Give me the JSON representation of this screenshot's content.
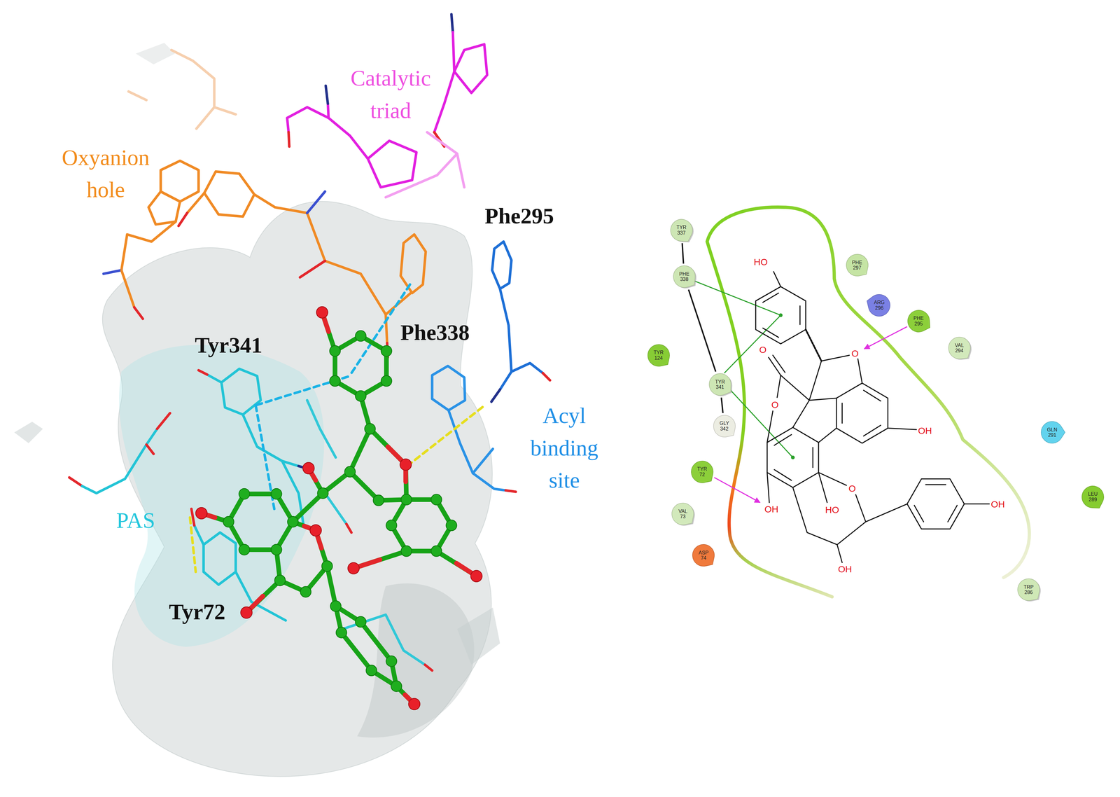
{
  "diagram": {
    "nodes": [
      {
        "text": [
          "TYR 337"
        ]
      },
      {
        "text": [
          "PHE 297"
        ]
      },
      {
        "text": [
          "PHE 338"
        ]
      },
      {
        "text": [
          "ARG 296"
        ]
      },
      {
        "text": [
          "PHE 295"
        ]
      },
      {
        "text": [
          "VAL 294"
        ]
      },
      {
        "text": [
          "TYR 124"
        ]
      },
      {
        "text": [
          "TYR 341"
        ]
      },
      {
        "text": [
          "GLY 342"
        ]
      },
      {
        "text": [
          "GLN 291"
        ]
      },
      {
        "text": [
          "TYR 72"
        ]
      },
      {
        "text": [
          "LEU 289"
        ]
      },
      {
        "text": [
          "VAL 73"
        ]
      },
      {
        "text": [
          "ASP 74"
        ]
      },
      {
        "text": [
          "TRP 286"
        ]
      }
    ],
    "edges": [
      {
        "from": 0,
        "to": 2,
        "arrow": "none"
      },
      {
        "from": 2,
        "to": 7,
        "arrow": "none"
      },
      {
        "from": 7,
        "to": 8,
        "arrow": "none"
      }
    ],
    "labels": [
      "Catalytic triad",
      "Oxyanion hole",
      "Phe295",
      "Tyr341",
      "Phe338",
      "Acyl binding site",
      "PAS",
      "Tyr72",
      "HO",
      "O",
      "O",
      "O",
      "OH",
      "OH",
      "HO",
      "O",
      "OH",
      "OH"
    ]
  }
}
